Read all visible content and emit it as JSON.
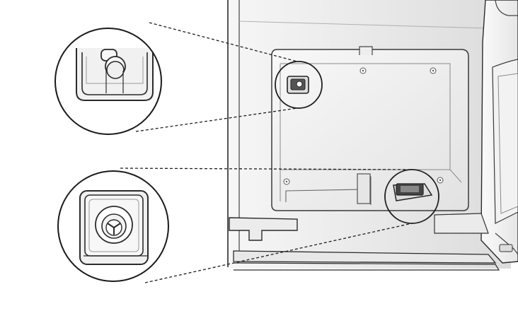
{
  "figure": {
    "callouts": [
      {
        "id": "upper",
        "part": "upper-fitting"
      },
      {
        "id": "lower",
        "part": "lower-fitting"
      }
    ]
  },
  "colors": {
    "line": "#2b2b2b",
    "light_line": "#8a8a8a",
    "wall_gradient_start": "#f4f4f4",
    "wall_gradient_end": "#d9d9d9",
    "background": "#ffffff"
  }
}
